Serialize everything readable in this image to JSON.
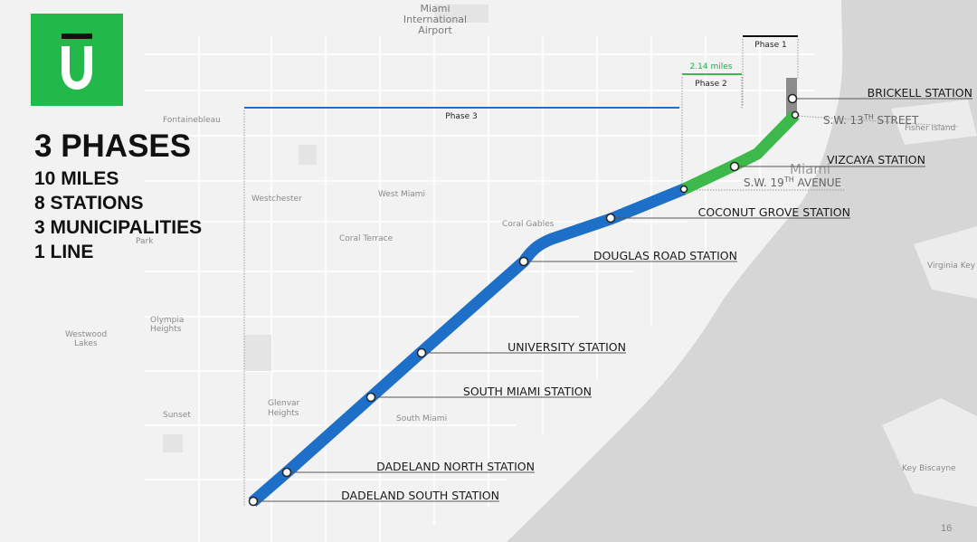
{
  "places": [
    {
      "text": "Miami",
      "key": "airport1"
    },
    {
      "text": "International",
      "key": "airport2"
    },
    {
      "text": "Airport",
      "key": "airport3"
    },
    {
      "text": "Fontainebleau",
      "key": "fontainebleau"
    },
    {
      "text": "Westchester",
      "key": "westchester"
    },
    {
      "text": "West Miami",
      "key": "westmiami"
    },
    {
      "text": "Coral Gables",
      "key": "coralgables"
    },
    {
      "text": "Coral Terrace",
      "key": "coralterrace"
    },
    {
      "text": "Park",
      "key": "park"
    },
    {
      "text": "Olympia",
      "key": "olympia1"
    },
    {
      "text": "Heights",
      "key": "olympia2"
    },
    {
      "text": "Westwood",
      "key": "westwood1"
    },
    {
      "text": "Lakes",
      "key": "westwood2"
    },
    {
      "text": "Glenvar",
      "key": "glenvar1"
    },
    {
      "text": "Heights",
      "key": "glenvar2"
    },
    {
      "text": "Sunset",
      "key": "sunset"
    },
    {
      "text": "South Miami",
      "key": "southmiami"
    },
    {
      "text": "Miami",
      "key": "miami"
    },
    {
      "text": "Virginia Key",
      "key": "virginiakey"
    },
    {
      "text": "Key Biscayne",
      "key": "keybiscayne"
    },
    {
      "text": "Fisher Island",
      "key": "fisher"
    }
  ],
  "stats": {
    "headline": "3 PHASES",
    "items": [
      "10 MILES",
      "8 STATIONS",
      "3 MUNICIPALITIES",
      "1 LINE"
    ]
  },
  "phases": {
    "phase1": "Phase 1",
    "phase2": "Phase 2",
    "phase3": "Phase 3",
    "phase2_length": "2.14 miles"
  },
  "stations": [
    {
      "key": "brickell",
      "name": "BRICKELL STATION"
    },
    {
      "key": "vizcaya",
      "name": "VIZCAYA STATION"
    },
    {
      "key": "coconutgrove",
      "name": "COCONUT GROVE STATION"
    },
    {
      "key": "douglasroad",
      "name": "DOUGLAS ROAD STATION"
    },
    {
      "key": "university",
      "name": "UNIVERSITY STATION"
    },
    {
      "key": "southmiami",
      "name": "SOUTH MIAMI STATION"
    },
    {
      "key": "dadelandnorth",
      "name": "DADELAND NORTH STATION"
    },
    {
      "key": "dadelandsouth",
      "name": "DADELAND SOUTH STATION"
    }
  ],
  "streets": {
    "sw13_prefix": "S.W. 13",
    "sw13_sup": "TH",
    "sw13_suffix": " STREET",
    "sw19_prefix": "S.W. 19",
    "sw19_sup": "TH",
    "sw19_suffix": " AVENUE"
  },
  "colors": {
    "phase1": "#8c8c8c",
    "phase2": "#3cb94a",
    "phase3": "#1e6fc8",
    "logo": "#22b84a"
  },
  "logo": {
    "icon": "transit-u-logo"
  },
  "page_number": "16"
}
